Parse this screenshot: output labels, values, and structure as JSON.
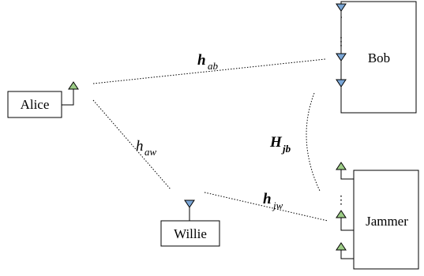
{
  "nodes": {
    "alice": "Alice",
    "bob": "Bob",
    "willie": "Willie",
    "jammer": "Jammer"
  },
  "channels": {
    "ab": {
      "symbol": "h",
      "subscript": "ab"
    },
    "aw": {
      "symbol": "h",
      "subscript": "aw"
    },
    "jb": {
      "symbol": "H",
      "subscript": "jb"
    },
    "jw": {
      "symbol": "h",
      "subscript": "jw"
    }
  },
  "ellipsis": "⋮",
  "colors": {
    "receive_antenna": "#7aa6d6",
    "transmit_antenna": "#9ccc86",
    "line": "#000000"
  }
}
